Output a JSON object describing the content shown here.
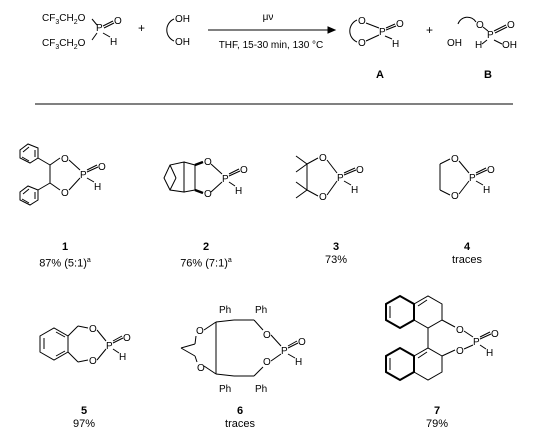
{
  "scheme": {
    "reagent1": {
      "line1": "CF3CH2O",
      "line2": "CF3CH2O",
      "atom_p": "P",
      "atom_o": "O",
      "atom_h": "H"
    },
    "plus": "+",
    "diol_oh": "OH",
    "arrow_above": "μν",
    "arrow_below": "THF, 15-30 min, 130 °C",
    "product_a_label": "A",
    "product_b_label": "B"
  },
  "compounds": [
    {
      "number": "1",
      "yield": "87% (5:1)",
      "footnote": "a"
    },
    {
      "number": "2",
      "yield": "76% (7:1)",
      "footnote": "a"
    },
    {
      "number": "3",
      "yield": "73%",
      "footnote": ""
    },
    {
      "number": "4",
      "yield": "traces",
      "footnote": ""
    },
    {
      "number": "5",
      "yield": "97%",
      "footnote": ""
    },
    {
      "number": "6",
      "yield": "traces",
      "footnote": ""
    },
    {
      "number": "7",
      "yield": "79%",
      "footnote": ""
    }
  ],
  "atoms": {
    "O": "O",
    "P": "P",
    "H": "H",
    "Ph": "Ph",
    "OH": "OH"
  }
}
